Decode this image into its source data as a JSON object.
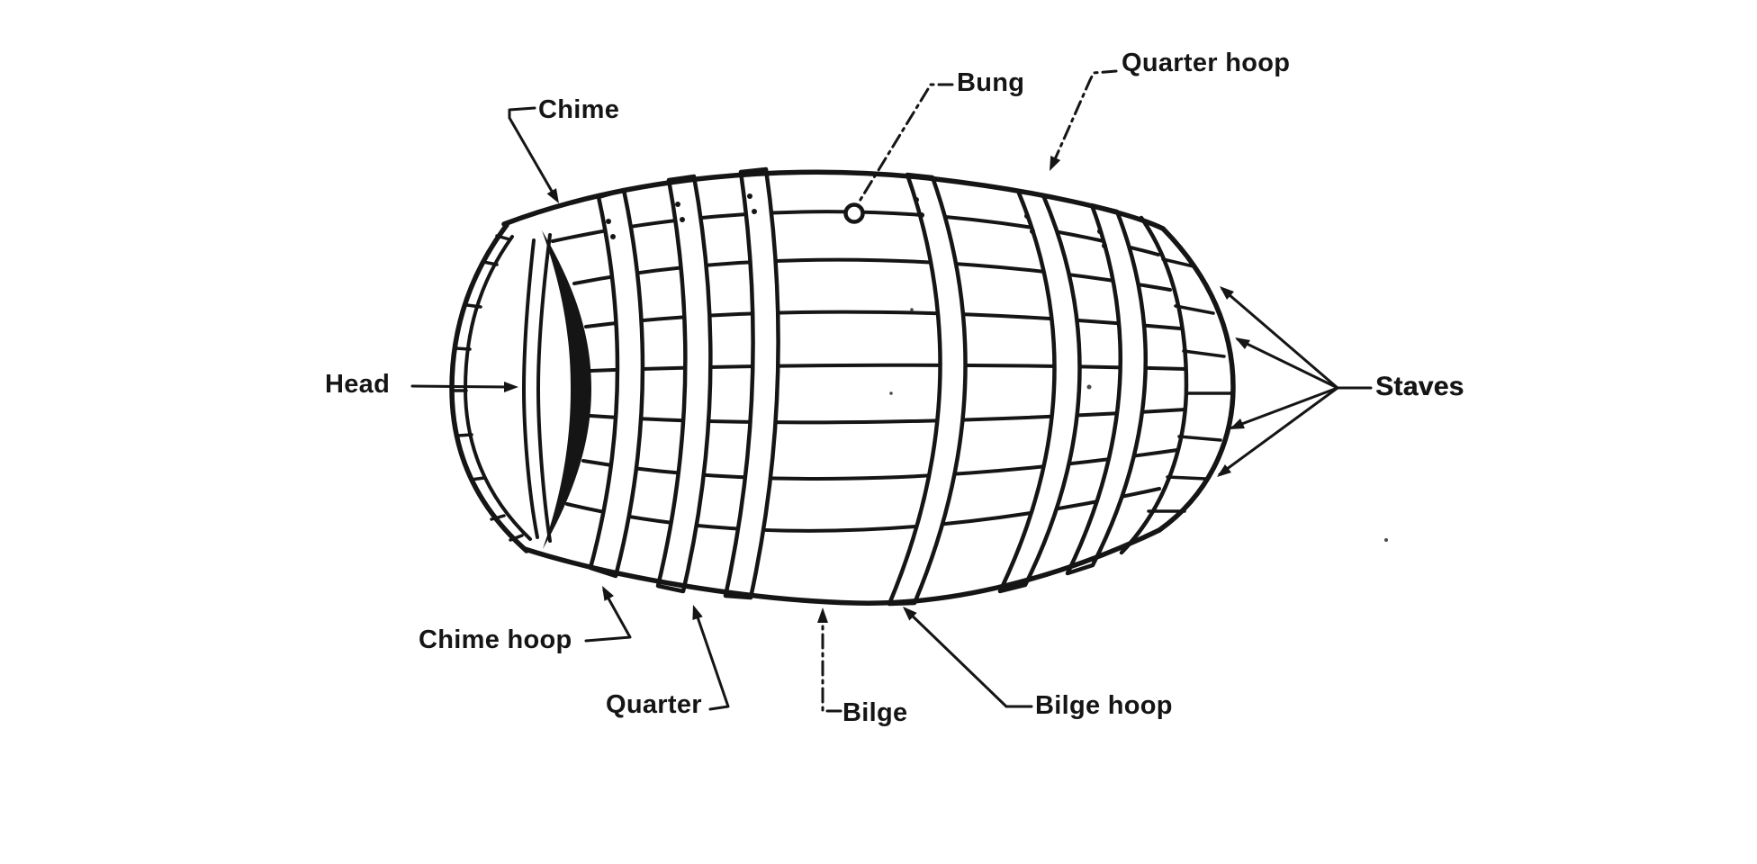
{
  "figure": {
    "background_color": "#ffffff",
    "ink_color": "#151515"
  },
  "labels": {
    "chime": "Chime",
    "bung": "Bung",
    "quarter_hoop": "Quarter hoop",
    "head": "Head",
    "staves": "Staves",
    "chime_hoop": "Chime hoop",
    "quarter": "Quarter",
    "bilge": "Bilge",
    "bilge_hoop": "Bilge hoop"
  }
}
